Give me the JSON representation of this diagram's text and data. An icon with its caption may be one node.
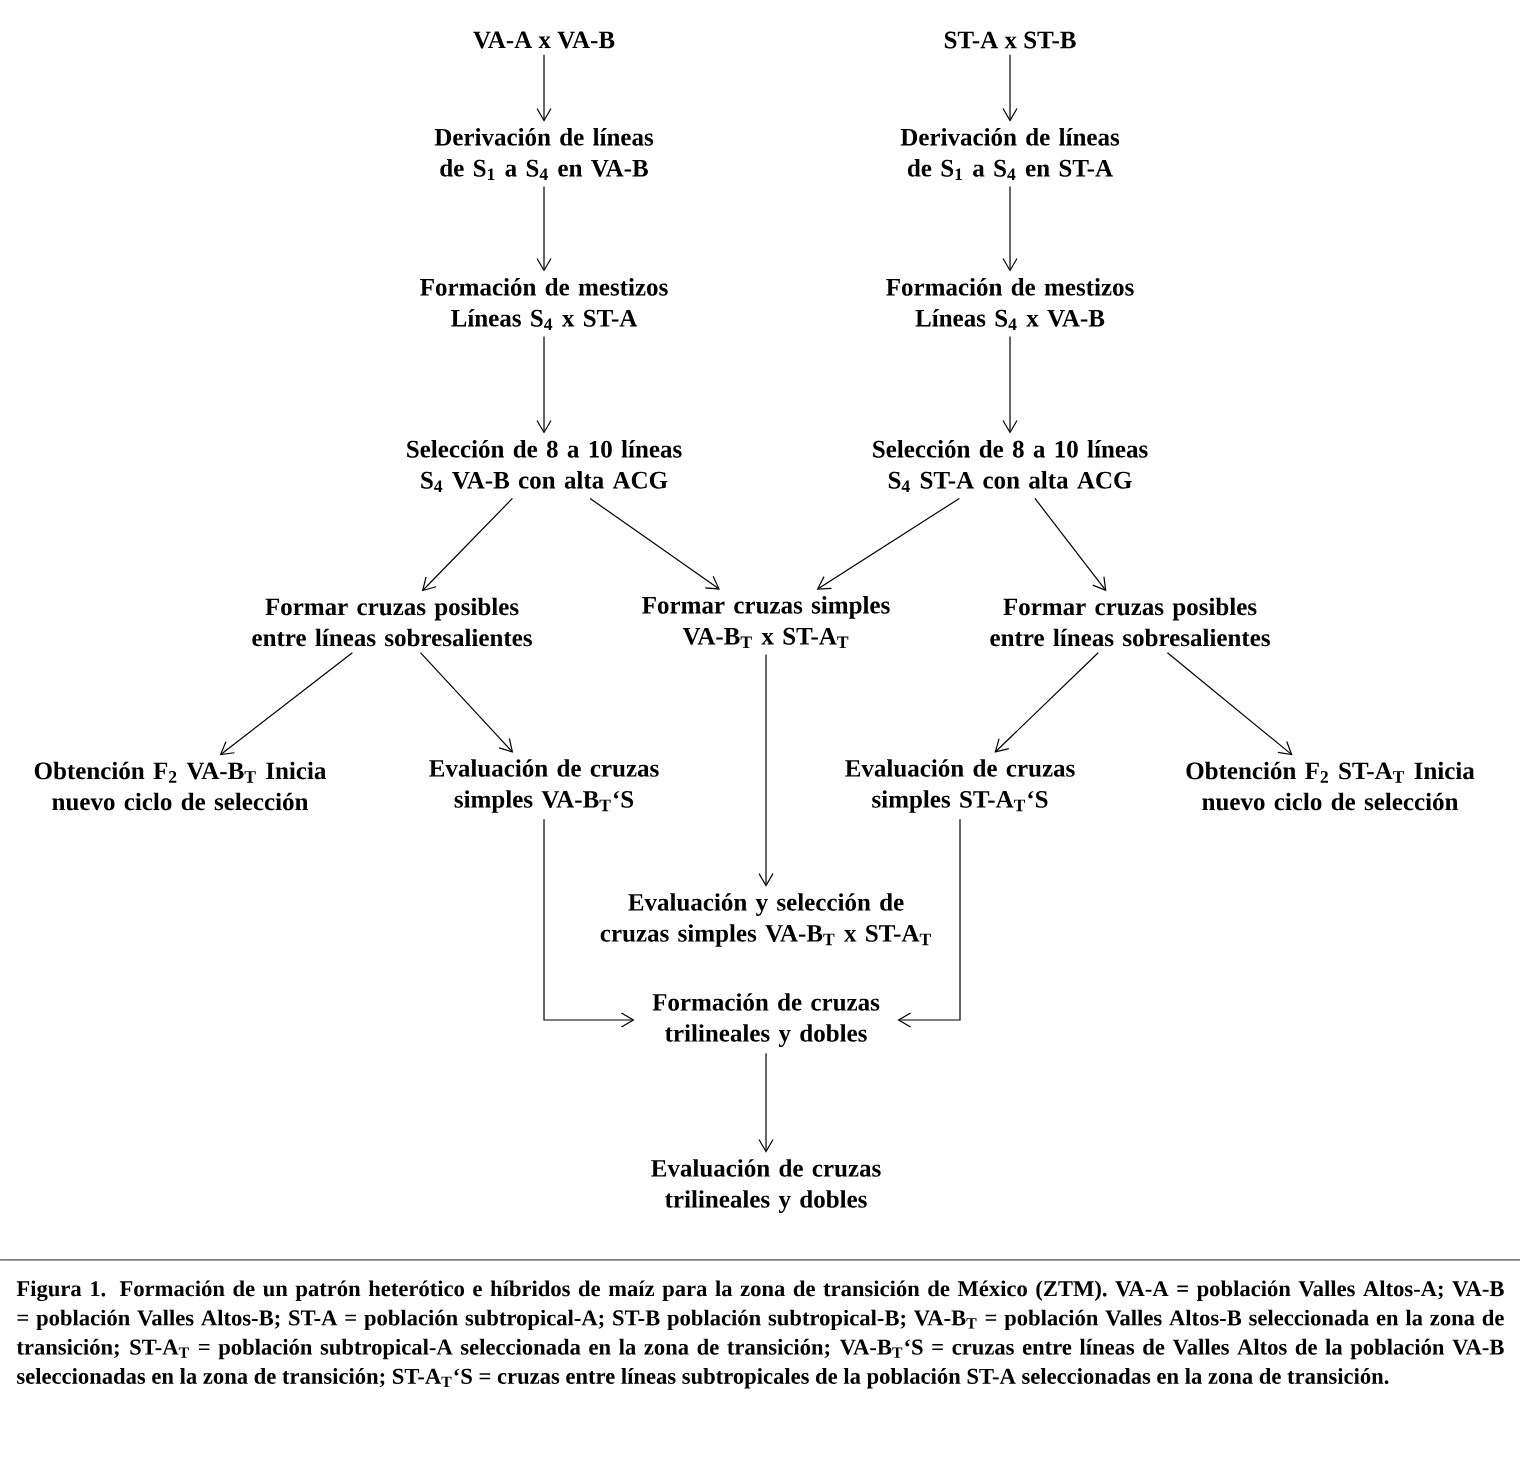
{
  "diagram": {
    "caption": "Figura 1. Formación de un patrón heterótico e híbridos de maíz para la zona de transición de México (ZTM). VA-A = población Valles Altos-A; VA-B = población Valles Altos-B; ST-A = población subtropical-A; ST-B población subtropical-B; VA-B$_{T}$ = población Valles Altos-B seleccionada en la zona de transición; ST-A$_{T}$ = población subtropical-A seleccionada en la zona de transición; VA-B$_{T}$‘S = cruzas entre líneas de Valles Altos de la población VA-B seleccionadas en la zona de transición; ST-A$_{T}$‘S = cruzas entre líneas subtropicales de la población ST-A seleccionadas en la zona de transición.",
    "nodes": [
      {
        "text": [
          "VA-A x VA-B"
        ]
      },
      {
        "text": [
          "ST-A x ST-B"
        ]
      },
      {
        "text": [
          "Derivación de líneas de S$_{1}$ a S$_{4}$ en VA-B"
        ]
      },
      {
        "text": [
          "Derivación de líneas de S$_{1}$ a S$_{4}$ en ST-A"
        ]
      },
      {
        "text": [
          "Formación de mestizos Líneas S$_{4}$ x ST-A"
        ]
      },
      {
        "text": [
          "Formación de mestizos Líneas S$_{4}$ x VA-B"
        ]
      },
      {
        "text": [
          "Selección de 8 a 10 líneas S$_{4}$ VA-B con alta ACG"
        ]
      },
      {
        "text": [
          "Selección de 8 a 10 líneas S$_{4}$ ST-A con alta ACG"
        ]
      },
      {
        "text": [
          "Formar cruzas posibles entre líneas sobresalientes"
        ]
      },
      {
        "text": [
          "Formar cruzas simples VA-B$_{T}$ x ST-A$_{T}$"
        ]
      },
      {
        "text": [
          "Formar cruzas posibles entre líneas sobresalientes"
        ]
      },
      {
        "text": [
          "Obtención F$_{2}$ VA-B$_{T}$ Inicia nuevo ciclo de selección"
        ]
      },
      {
        "text": [
          "Evaluación de cruzas simples VA-B$_{T}$‘S"
        ]
      },
      {
        "text": [
          "Evaluación de cruzas simples ST-A$_{T}$‘S"
        ]
      },
      {
        "text": [
          "Obtención F$_{2}$ ST-A$_{T}$ Inicia nuevo ciclo de selección"
        ]
      },
      {
        "text": [
          "Evaluación y selección de cruzas simples VA-B$_{T}$ x ST-A$_{T}$"
        ]
      },
      {
        "text": [
          "Formación de cruzas trilineales y dobles"
        ]
      },
      {
        "text": [
          "Evaluación de cruzas trilineales y dobles"
        ]
      }
    ],
    "edges": [
      {
        "from": 0,
        "to": 2,
        "arrow": "to"
      },
      {
        "from": 2,
        "to": 4,
        "arrow": "to"
      },
      {
        "from": 4,
        "to": 6,
        "arrow": "to"
      },
      {
        "from": 1,
        "to": 3,
        "arrow": "to"
      },
      {
        "from": 3,
        "to": 5,
        "arrow": "to"
      },
      {
        "from": 5,
        "to": 7,
        "arrow": "to"
      },
      {
        "from": 6,
        "to": 8,
        "arrow": "to"
      },
      {
        "from": 6,
        "to": 9,
        "arrow": "to"
      },
      {
        "from": 7,
        "to": 9,
        "arrow": "to"
      },
      {
        "from": 7,
        "to": 10,
        "arrow": "to"
      },
      {
        "from": 8,
        "to": 11,
        "arrow": "to"
      },
      {
        "from": 8,
        "to": 12,
        "arrow": "to"
      },
      {
        "from": 10,
        "to": 13,
        "arrow": "to"
      },
      {
        "from": 10,
        "to": 14,
        "arrow": "to"
      },
      {
        "from": 9,
        "to": 15,
        "arrow": "to"
      },
      {
        "from": 12,
        "to": 16,
        "arrow": "to"
      },
      {
        "from": 13,
        "to": 16,
        "arrow": "to"
      },
      {
        "from": 16,
        "to": 17,
        "arrow": "to"
      }
    ]
  }
}
